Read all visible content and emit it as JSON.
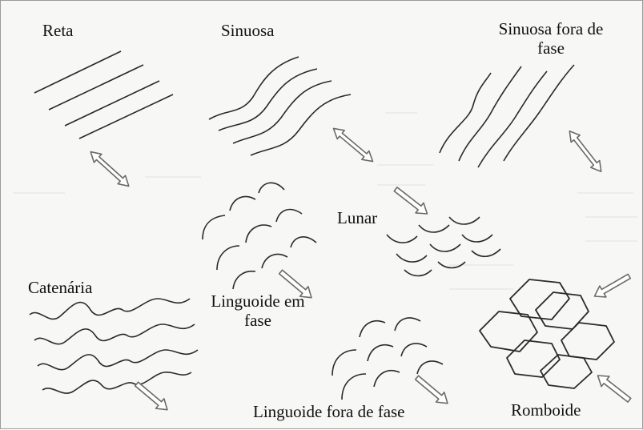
{
  "labels": {
    "reta": "Reta",
    "sinuosa": "Sinuosa",
    "sinuosa_fora_line1": "Sinuosa fora de",
    "sinuosa_fora_line2": "fase",
    "lunar": "Lunar",
    "catenaria": "Catenária",
    "linguoide_em_fase_line1": "Linguoide em",
    "linguoide_em_fase_line2": "fase",
    "linguoide_fora_de_fase": "Linguoide fora de fase",
    "romboide": "Romboide"
  },
  "colors": {
    "ink": "#2a2a2a",
    "arrow": "#6a6a6a",
    "background": "#f7f7f6"
  }
}
